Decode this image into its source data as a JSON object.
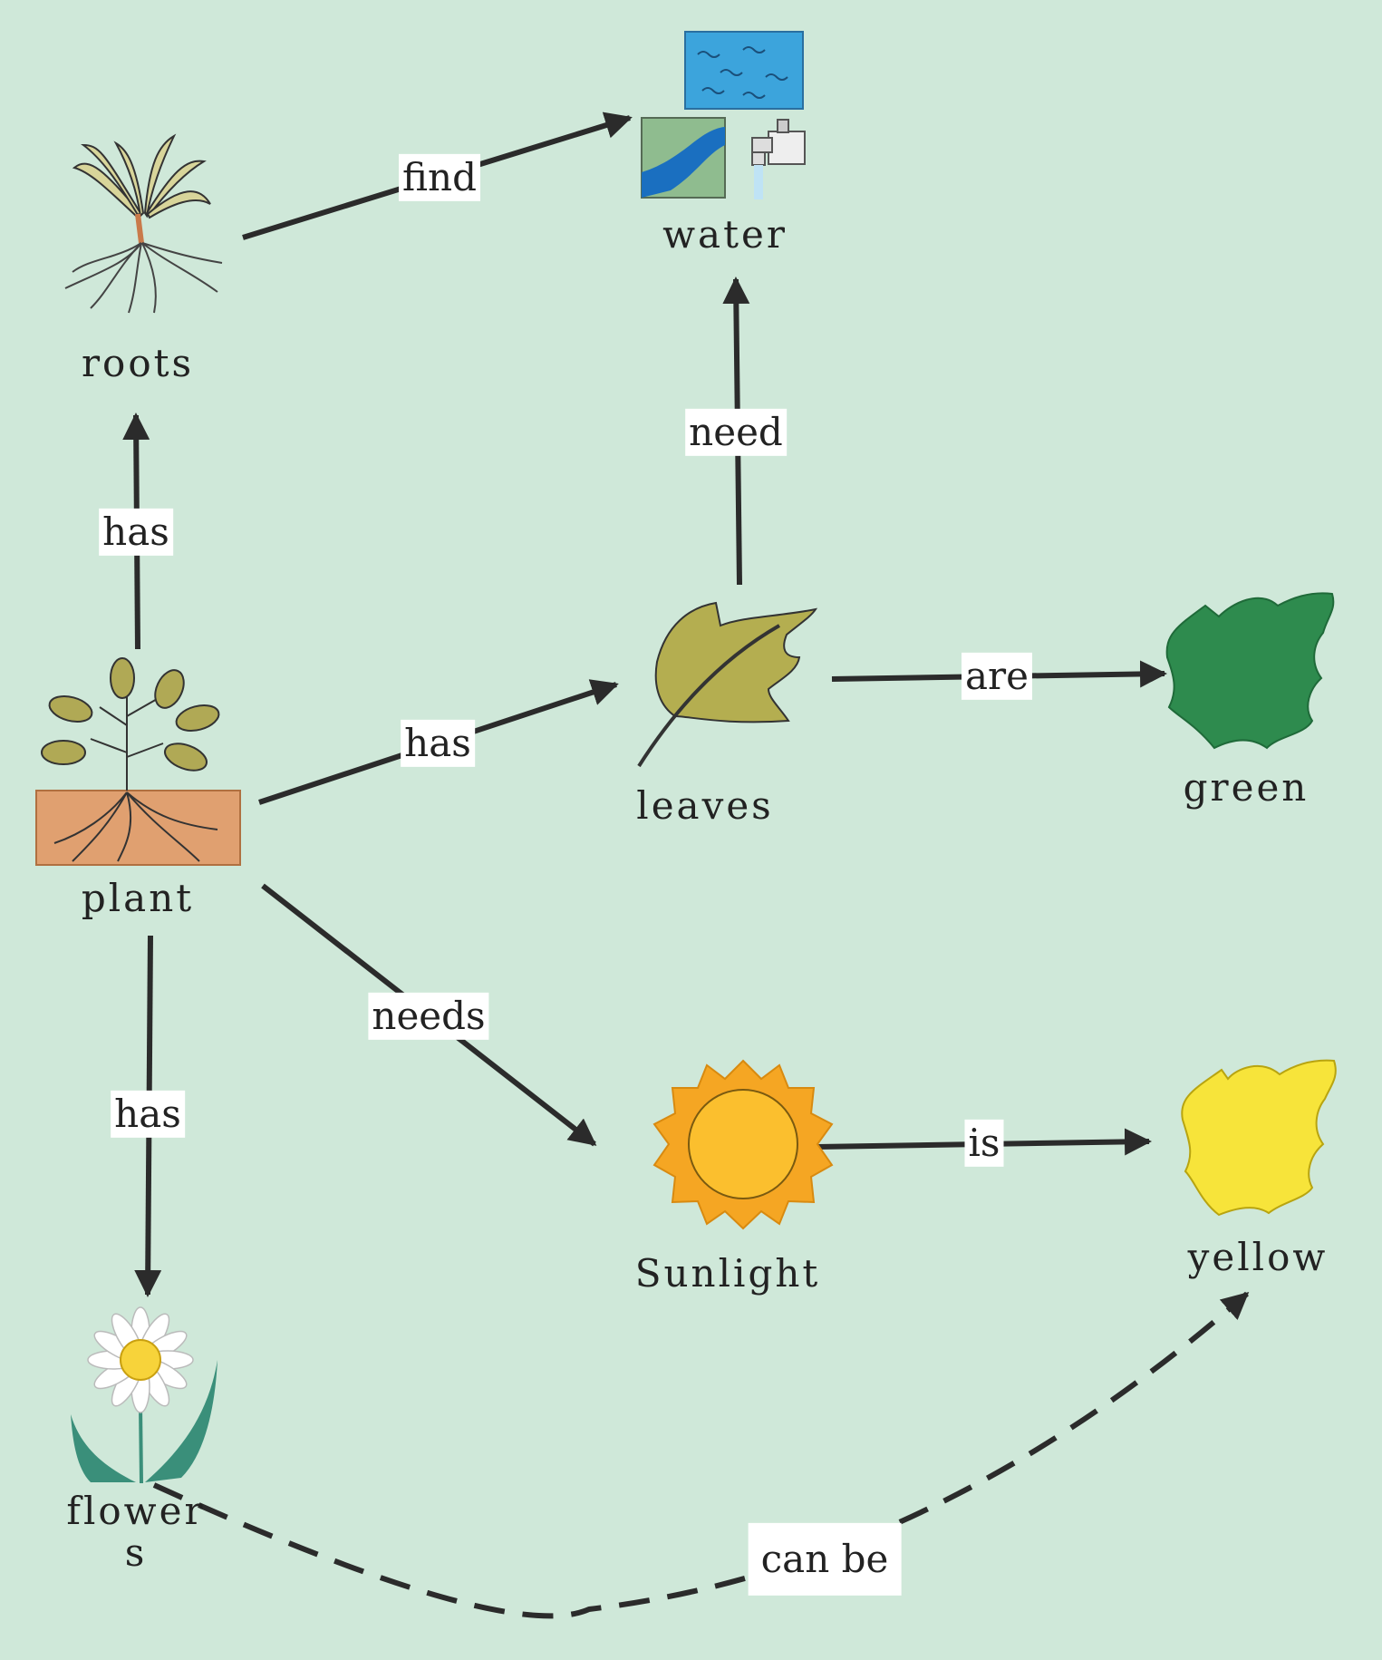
{
  "colors": {
    "background": "#cfe8d9",
    "arrow": "#2b2b2b",
    "label_bg": "#ffffff",
    "text": "#222222"
  },
  "nodes": {
    "roots": "roots",
    "water": "water",
    "plant": "plant",
    "leaves": "leaves",
    "green": "green",
    "flowers_line1": "flower",
    "flowers_line2": "s",
    "sunlight": "Sunlight",
    "yellow": "yellow"
  },
  "edges": {
    "roots_find_water": "find",
    "leaves_need_water": "need",
    "plant_has_roots": "has",
    "plant_has_leaves": "has",
    "leaves_are_green": "are",
    "plant_needs_sunlight": "needs",
    "plant_has_flowers": "has",
    "sunlight_is_yellow": "is",
    "flowers_can_be_yellow": "can be"
  },
  "icons": [
    "roots-icon",
    "water-icon",
    "plant-icon",
    "leaf-icon",
    "green-blob-icon",
    "sun-icon",
    "yellow-blob-icon",
    "flower-icon"
  ]
}
